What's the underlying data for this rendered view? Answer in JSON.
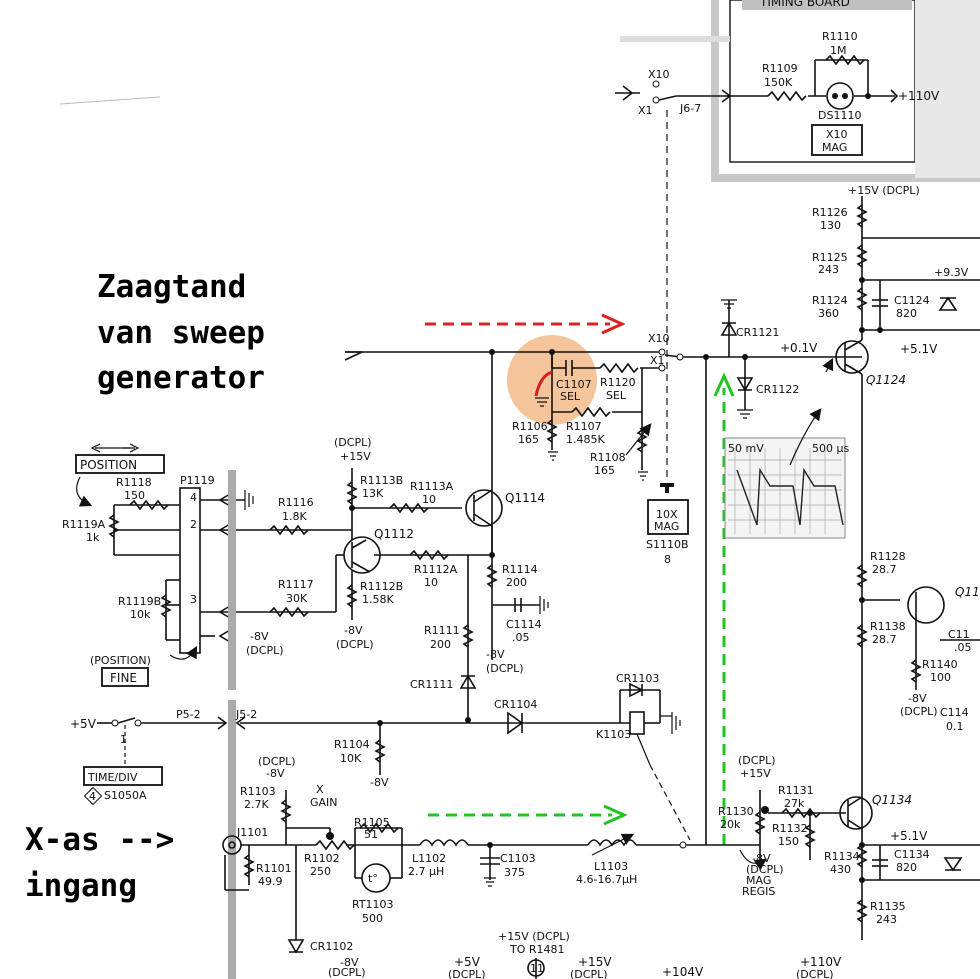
{
  "annotations": {
    "sweep_line1": "Zaagtand",
    "sweep_line2": "van sweep",
    "sweep_line3": "generator",
    "xinput_line1": "X-as -->",
    "xinput_line2": "ingang",
    "arrow_colors": {
      "red": "#e02020",
      "green": "#22c422",
      "highlight": "#f0b27a"
    }
  },
  "timing_board": {
    "title": "TIMING BOARD"
  },
  "components": {
    "r1110": "R1110",
    "r1110_val": "1M",
    "r1109": "R1109",
    "r1109_val": "150K",
    "ds1110": "DS1110",
    "x10mag1": "X10",
    "x10mag2": "MAG",
    "plus110v": "+110V",
    "j67": "J6-7",
    "x10": "X10",
    "x1": "X1",
    "x10b": "X10",
    "x1b": "X1",
    "c1107": "C1107",
    "c1107_sel": "SEL",
    "r1120": "R1120",
    "r1120_sel": "SEL",
    "r1106": "R1106",
    "r1106_val": "165",
    "r1107": "R1107",
    "r1107_val": "1.485K",
    "r1108": "R1108",
    "r1108_val": "165",
    "cr1121": "CR1121",
    "cr1122": "CR1122",
    "v01": "+0.1V",
    "v51": "+5.1V",
    "q1124": "Q1124",
    "v15dcpl_top": "+15V (DCPL)",
    "r1126": "R1126",
    "r1126_val": "130",
    "r1125": "R1125",
    "r1125_val": "243",
    "r1124": "R1124",
    "r1124_val": "360",
    "c1124": "C1124",
    "c1124_val": "820",
    "v93": "+9.3V",
    "mag10x1": "10X",
    "mag10x2": "MAG",
    "s1110b": "S1110B",
    "s1110b_n": "8",
    "scope_v": "50 mV",
    "scope_t": "500 µs",
    "dcpl15_1": "(DCPL)",
    "dcpl15_2": "+15V",
    "r1113b": "R1113B",
    "r1113b_val": "13K",
    "r1113a": "R1113A",
    "r1113a_val": "10",
    "q1114": "Q1114",
    "r1116": "R1116",
    "r1116_val": "1.8K",
    "q1112": "Q1112",
    "r1112a": "R1112A",
    "r1112a_val": "10",
    "r1114": "R1114",
    "r1114_val": "200",
    "c1114": "C1114",
    "c1114_val": ".05",
    "r1117": "R1117",
    "r1117_val": "30K",
    "r1112b": "R1112B",
    "r1112b_val": "1.58K",
    "m8v_a": "-8V",
    "dcpl_a": "(DCPL)",
    "r1111": "R1111",
    "r1111_val": "200",
    "m8v_b": "-8V",
    "dcpl_b": "(DCPL)",
    "cr1111": "CR1111",
    "cr1104": "CR1104",
    "cr1103": "CR1103",
    "k1103": "K1103",
    "position": "POSITION",
    "r1118": "R1118",
    "r1118_val": "150",
    "p1119": "P1119",
    "r1119a": "R1119A",
    "r1119a_val": "1k",
    "r1119b": "R1119B",
    "r1119b_val": "10k",
    "pos_fine1": "(POSITION)",
    "pos_fine2": "FINE",
    "m8v_c": "-8V",
    "dcpl_c": "(DCPL)",
    "p4": "4",
    "p2": "2",
    "p3": "3",
    "plus5v": "+5V",
    "p52": "P5-2",
    "j52": "J5-2",
    "sw1": "1",
    "timediv": "TIME/DIV",
    "s1050a": "S1050A",
    "s1050a_n": "4",
    "r1104": "R1104",
    "r1104_val": "10K",
    "m8v_d": "-8V",
    "dcpl_d": "(DCPL)",
    "m8v_e": "-8V",
    "r1103": "R1103",
    "r1103_val": "2.7K",
    "xgain1": "X",
    "xgain2": "GAIN",
    "r1105": "R1105",
    "r1105_val": "51",
    "j1101": "J1101",
    "r1101": "R1101",
    "r1101_val": "49.9",
    "r1102": "R1102",
    "r1102_val": "250",
    "rt1103": "RT1103",
    "rt1103_val": "500",
    "rt_sym": "t°",
    "l1102": "L1102",
    "l1102_val": "2.7 µH",
    "c1103": "C1103",
    "c1103_val": "375",
    "l1103": "L1103",
    "l1103_val": "4.6-16.7µH",
    "dcpl_f": "(DCPL)",
    "p15_f": "+15V",
    "r1131": "R1131",
    "r1131_val": "27k",
    "r1130": "R1130",
    "r1130_val": "20k",
    "r1132": "R1132",
    "r1132_val": "150",
    "m8v_g": "-8V",
    "dcpl_g": "(DCPL)",
    "mag_regis1": "MAG",
    "mag_regis2": "REGIS",
    "q1134": "Q1134",
    "r1128": "R1128",
    "r1128_val": "28.7",
    "r1138": "R1138",
    "r1138_val": "28.7",
    "q11x": "Q11",
    "c11x": "C11",
    "c11x_val": ".05",
    "r1140": "R1140",
    "r1140_val": "100",
    "m8v_h": "-8V",
    "dcpl_h": "(DCPL)",
    "c114x": "C114",
    "c114x_val": "0.1",
    "v51b": "+5.1V",
    "r1134": "R1134",
    "r1134_val": "430",
    "c1134": "C1134",
    "c1134_val": "820",
    "r1135": "R1135",
    "r1135_val": "243",
    "cr1102": "CR1102",
    "dcpl_i": "(DCPL)",
    "m8v_i": "-8V",
    "p5v_j": "+5V",
    "dcpl_j": "(DCPL)",
    "p15v_k": "+15V (DCPL)",
    "to_r1481": "TO R1481",
    "pin11": "11",
    "p15v_l": "+15V",
    "dcpl_l": "(DCPL)",
    "p104v": "+104V",
    "p110v_m": "+110V",
    "dcpl_m": "(DCPL)"
  }
}
